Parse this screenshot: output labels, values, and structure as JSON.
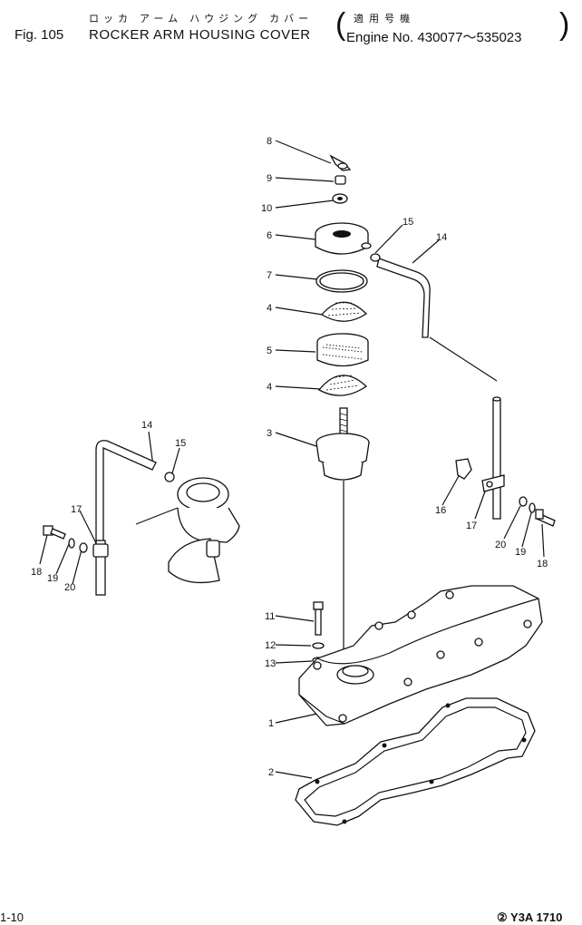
{
  "header": {
    "jp_title": "ロッカ アーム ハウジング カバー",
    "fig_no": "Fig. 105",
    "title": "ROCKER ARM HOUSING COVER",
    "jp_applicable": "適用号機",
    "engine_label": "Engine No. 430077～535023"
  },
  "footer": {
    "page": "1-10",
    "code": "② Y3A 1710"
  },
  "callouts": {
    "c8": "8",
    "c9": "9",
    "c10": "10",
    "c6": "6",
    "c7": "7",
    "c4a": "4",
    "c5": "5",
    "c4b": "4",
    "c3": "3",
    "c15a": "15",
    "c14a": "14",
    "c14b": "14",
    "c15b": "15",
    "c17a": "17",
    "c18a": "18",
    "c19a": "19",
    "c20a": "20",
    "c16": "16",
    "c17b": "17",
    "c20b": "20",
    "c19b": "19",
    "c18b": "18",
    "c11": "11",
    "c12": "12",
    "c13": "13",
    "c1": "1",
    "c2": "2"
  }
}
